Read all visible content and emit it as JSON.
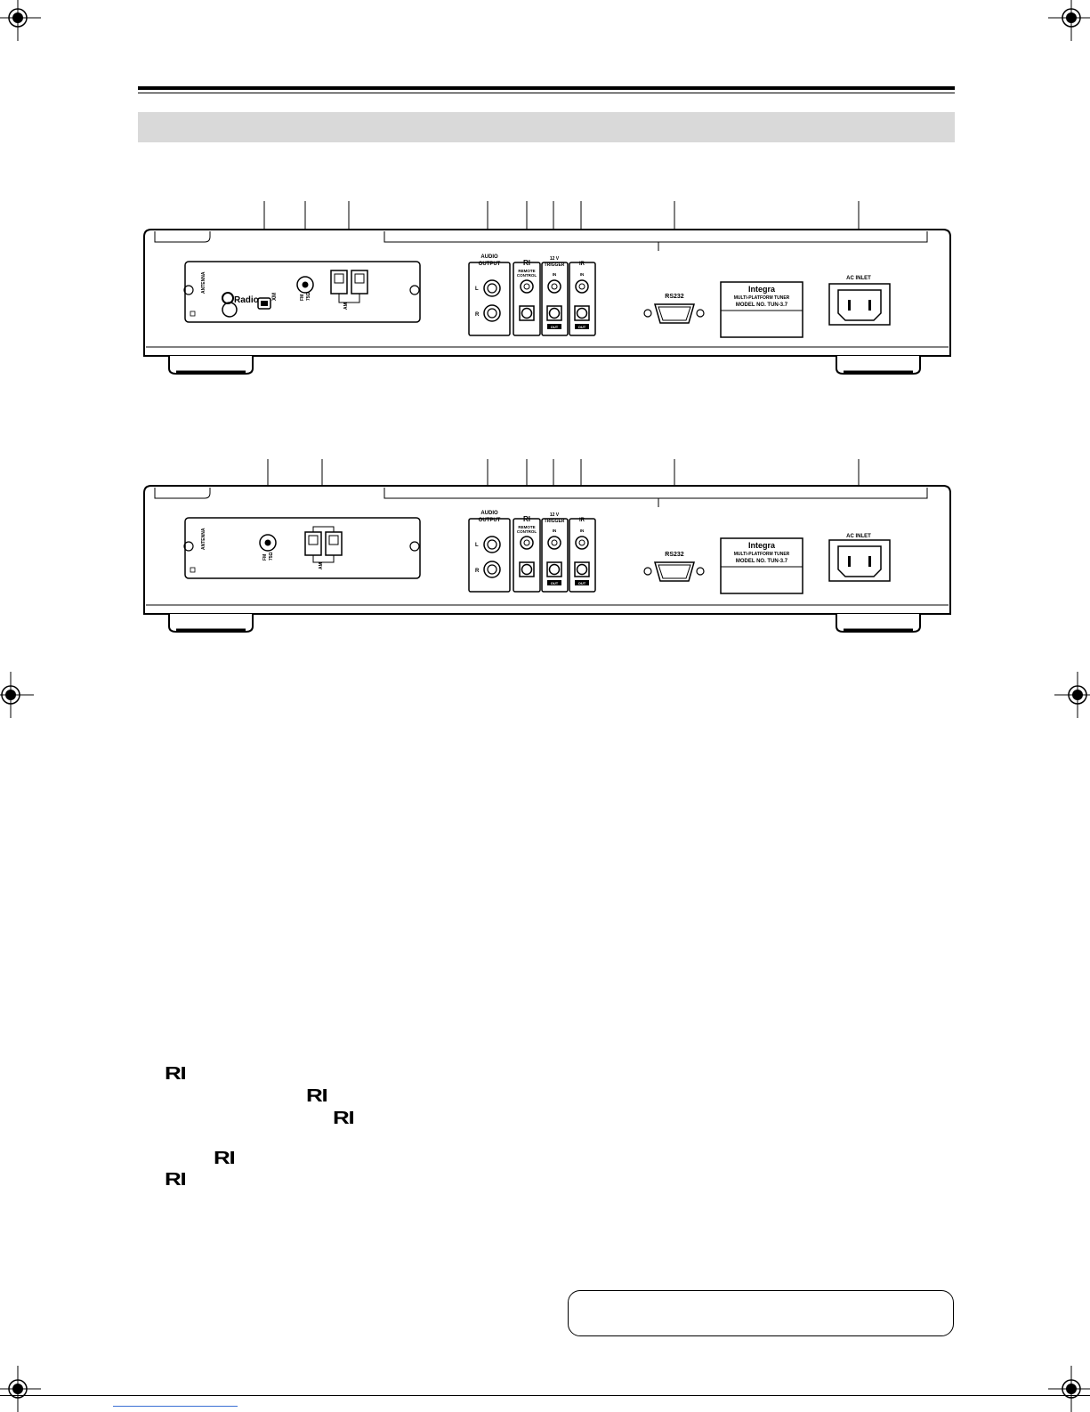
{
  "panel_top": {
    "antenna_label": "ANTENNA",
    "hd_radio_label": "Radio",
    "xm_label": "XM",
    "fm_label": "FM",
    "fm_ohms": "75Ω",
    "am_label": "AM",
    "audio_output_label": "AUDIO",
    "audio_output_label2": "OUTPUT",
    "channel_l": "L",
    "channel_r": "R",
    "ri_label": "RI",
    "remote_label": "REMOTE",
    "control_label": "CONTROL",
    "trigger_label": "12 V",
    "trigger_label2": "TRIGGER",
    "in_label": "IN",
    "out_label": "OUT",
    "ir_label": "IR",
    "rs232_label": "RS232",
    "brand": "Integra",
    "product_line": "MULTI-PLATFORM TUNER",
    "model": "MODEL NO. TUN-3.7",
    "ac_inlet_label": "AC INLET"
  },
  "panel_bottom": {
    "antenna_label": "ANTENNA",
    "fm_label": "FM",
    "fm_ohms": "75Ω",
    "am_label": "AM",
    "audio_output_label": "AUDIO",
    "audio_output_label2": "OUTPUT",
    "channel_l": "L",
    "channel_r": "R",
    "ri_label": "RI",
    "remote_label": "REMOTE",
    "control_label": "CONTROL",
    "trigger_label": "12 V",
    "trigger_label2": "TRIGGER",
    "in_label": "IN",
    "out_label": "OUT",
    "ir_label": "IR",
    "rs232_label": "RS232",
    "brand": "Integra",
    "product_line": "MULTI-PLATFORM TUNER",
    "model": "MODEL NO. TUN-3.7",
    "ac_inlet_label": "AC INLET"
  },
  "ri_symbols": [
    "RI",
    "RI",
    "RI",
    "RI",
    "RI"
  ]
}
